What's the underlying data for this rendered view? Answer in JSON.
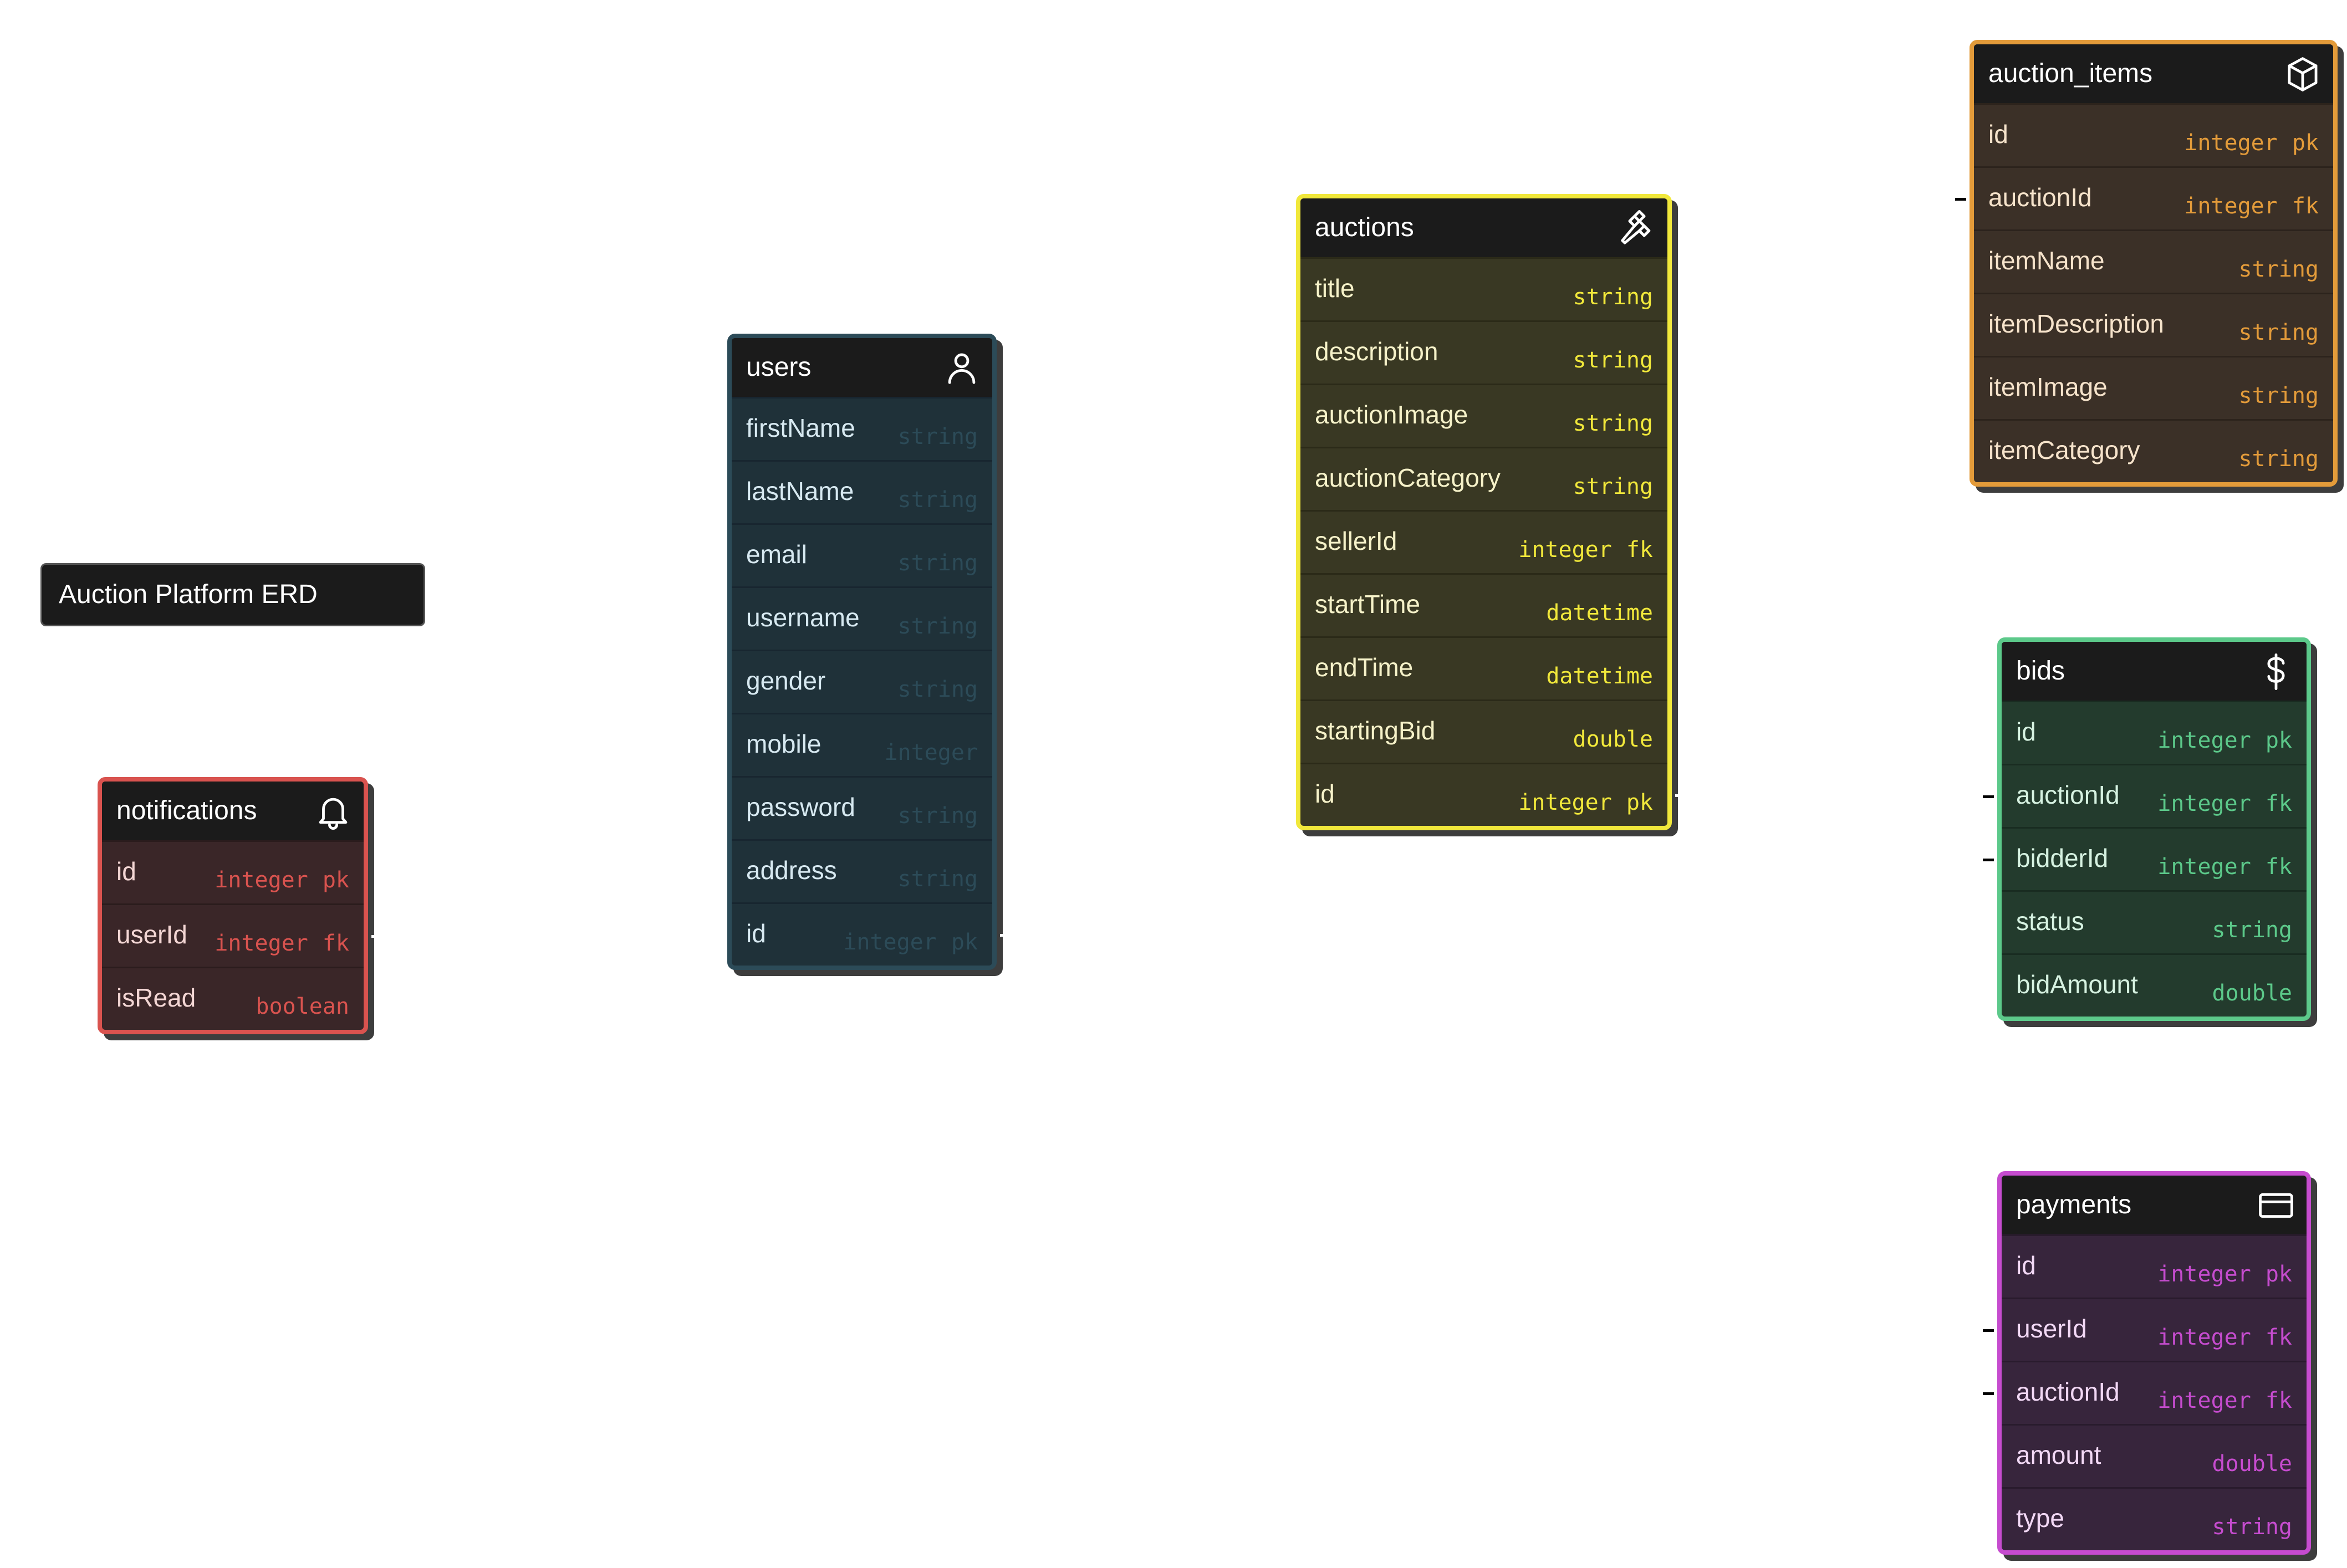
{
  "diagram_title": "Auction Platform ERD",
  "tables": {
    "notifications": {
      "name": "notifications",
      "icon": "bell-icon",
      "accent": "#d9534f",
      "fields": [
        {
          "name": "id",
          "type": "integer",
          "key": "pk"
        },
        {
          "name": "userId",
          "type": "integer",
          "key": "fk"
        },
        {
          "name": "isRead",
          "type": "boolean",
          "key": ""
        }
      ]
    },
    "users": {
      "name": "users",
      "icon": "user-icon",
      "accent": "#2c4b58",
      "fields": [
        {
          "name": "firstName",
          "type": "string",
          "key": ""
        },
        {
          "name": "lastName",
          "type": "string",
          "key": ""
        },
        {
          "name": "email",
          "type": "string",
          "key": ""
        },
        {
          "name": "username",
          "type": "string",
          "key": ""
        },
        {
          "name": "gender",
          "type": "string",
          "key": ""
        },
        {
          "name": "mobile",
          "type": "integer",
          "key": ""
        },
        {
          "name": "password",
          "type": "string",
          "key": ""
        },
        {
          "name": "address",
          "type": "string",
          "key": ""
        },
        {
          "name": "id",
          "type": "integer",
          "key": "pk"
        }
      ]
    },
    "auctions": {
      "name": "auctions",
      "icon": "gavel-icon",
      "accent": "#f1e83b",
      "fields": [
        {
          "name": "title",
          "type": "string",
          "key": ""
        },
        {
          "name": "description",
          "type": "string",
          "key": ""
        },
        {
          "name": "auctionImage",
          "type": "string",
          "key": ""
        },
        {
          "name": "auctionCategory",
          "type": "string",
          "key": ""
        },
        {
          "name": "sellerId",
          "type": "integer",
          "key": "fk"
        },
        {
          "name": "startTime",
          "type": "datetime",
          "key": ""
        },
        {
          "name": "endTime",
          "type": "datetime",
          "key": ""
        },
        {
          "name": "startingBid",
          "type": "double",
          "key": ""
        },
        {
          "name": "id",
          "type": "integer",
          "key": "pk"
        }
      ]
    },
    "auction_items": {
      "name": "auction_items",
      "icon": "box-icon",
      "accent": "#e39b3a",
      "fields": [
        {
          "name": "id",
          "type": "integer",
          "key": "pk"
        },
        {
          "name": "auctionId",
          "type": "integer",
          "key": "fk"
        },
        {
          "name": "itemName",
          "type": "string",
          "key": ""
        },
        {
          "name": "itemDescription",
          "type": "string",
          "key": ""
        },
        {
          "name": "itemImage",
          "type": "string",
          "key": ""
        },
        {
          "name": "itemCategory",
          "type": "string",
          "key": ""
        }
      ]
    },
    "bids": {
      "name": "bids",
      "icon": "dollar-icon",
      "accent": "#5cc98a",
      "fields": [
        {
          "name": "id",
          "type": "integer",
          "key": "pk"
        },
        {
          "name": "auctionId",
          "type": "integer",
          "key": "fk"
        },
        {
          "name": "bidderId",
          "type": "integer",
          "key": "fk"
        },
        {
          "name": "status",
          "type": "string",
          "key": ""
        },
        {
          "name": "bidAmount",
          "type": "double",
          "key": ""
        }
      ]
    },
    "payments": {
      "name": "payments",
      "icon": "credit-card-icon",
      "accent": "#c64ccf",
      "fields": [
        {
          "name": "id",
          "type": "integer",
          "key": "pk"
        },
        {
          "name": "userId",
          "type": "integer",
          "key": "fk"
        },
        {
          "name": "auctionId",
          "type": "integer",
          "key": "fk"
        },
        {
          "name": "amount",
          "type": "double",
          "key": ""
        },
        {
          "name": "type",
          "type": "string",
          "key": ""
        }
      ]
    }
  }
}
